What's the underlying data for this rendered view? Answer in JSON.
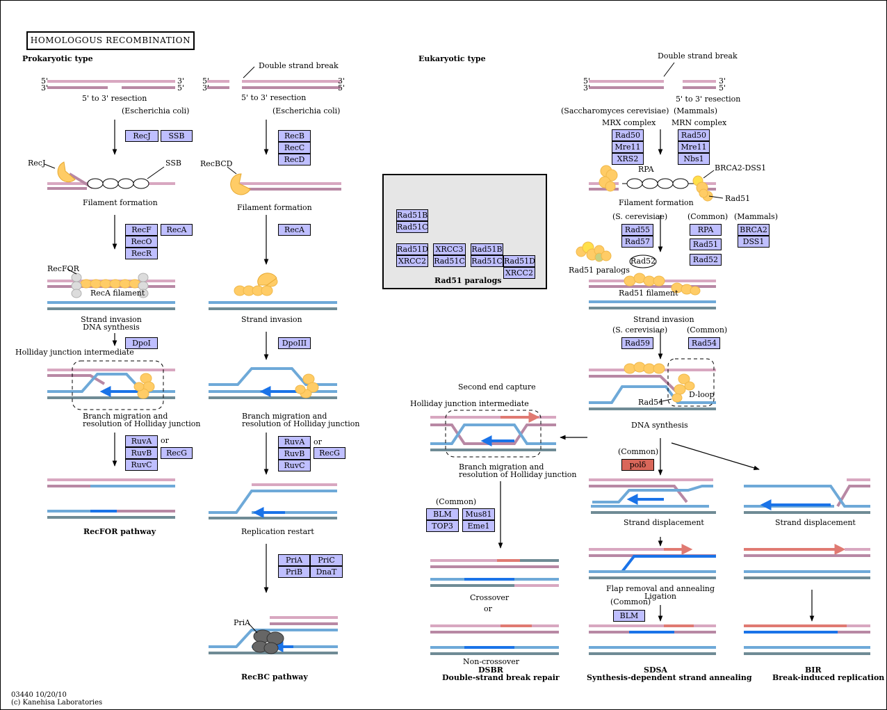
{
  "title": "HOMOLOGOUS RECOMBINATION",
  "sections": {
    "prokaryotic": "Prokaryotic type",
    "eukaryotic": "Eukaryotic type"
  },
  "footer": {
    "id": "03440 10/20/10",
    "copyright": "(c) Kanehisa Laboratories"
  },
  "colors": {
    "gene_box": "#bfbfff",
    "gene_box_red": "#d9675a",
    "dna_pink": "#d8a7c0",
    "dna_mauve": "#b888a4",
    "dna_blue": "#6ea9d8",
    "dna_slate": "#6f8b95",
    "new_strand": "#1a73e8",
    "protein": "#ffcc66",
    "new_strand_red": "#e07a72",
    "panel": "#e6e6e6"
  },
  "labels": {
    "five": "5'",
    "three": "3'",
    "resection": "5' to 3' resection",
    "ecoli": "(Escherichia coli)",
    "dsb": "Double strand break",
    "recj": "RecJ",
    "ssb": "SSB",
    "recbcd": "RecBCD",
    "filament": "Filament formation",
    "recfor": "RecFOR",
    "reca_fil": "RecA filament",
    "inv_syn": "Strand invasion\nDNA synthesis",
    "strand_inv": "Strand invasion",
    "hj": "Holliday junction intermediate",
    "branch": "Branch migration and\nresolution of Holliday junction",
    "or": "or",
    "recfor_path": "RecFOR pathway",
    "restart": "Replication restart",
    "pria": "PriA",
    "recbc_path": "RecBC pathway",
    "paralogs": "Rad51 paralogs",
    "scerev": "(Saccharomyces cerevisiae)",
    "mammals": "(Mammals)",
    "mrx": "MRX complex",
    "mrn": "MRN complex",
    "rpa": "RPA",
    "brca2dss1": "BRCA2-DSS1",
    "rad51": "Rad51",
    "scer": "(S. cerevisiae)",
    "common": "(Common)",
    "rad51_paralogs": "Rad51 paralogs",
    "rad51_fil": "Rad51 filament",
    "rad54": "Rad54",
    "dloop": "D-loop",
    "dna_syn": "DNA synthesis",
    "second_end": "Second end capture",
    "crossover": "Crossover",
    "or2": "or",
    "noncross": "Non-crossover",
    "strand_disp": "Strand displacement",
    "flap": "Flap removal and annealing\nLigation",
    "dsbr": "DSBR",
    "dsbr_full": "Double-strand break repair",
    "sdsa": "SDSA",
    "sdsa_full": "Synthesis-dependent strand annealing",
    "bir": "BIR",
    "bir_full": "Break-induced replication"
  },
  "genes": {
    "recj": "RecJ",
    "ssb": "SSB",
    "recb": "RecB",
    "recc": "RecC",
    "recd": "RecD",
    "recf": "RecF",
    "reco": "RecO",
    "recr": "RecR",
    "reca1": "RecA",
    "reca2": "RecA",
    "dpoi": "DpoI",
    "dpoiii": "DpoIII",
    "ruva1": "RuvA",
    "ruvb1": "RuvB",
    "ruvc1": "RuvC",
    "recg1": "RecG",
    "ruva2": "RuvA",
    "ruvb2": "RuvB",
    "ruvc2": "RuvC",
    "recg2": "RecG",
    "pria": "PriA",
    "prib": "PriB",
    "pric": "PriC",
    "dnat": "DnaT",
    "p_rad51b": "Rad51B",
    "p_rad51c": "Rad51C",
    "p_rad51d": "Rad51D",
    "p_xrcc2": "XRCC2",
    "p_xrcc3": "XRCC3",
    "p_rad51c2": "Rad51C",
    "p_rad51b2": "Rad51B",
    "p_rad51c3": "Rad51C",
    "p_rad51d2": "Rad51D",
    "p_xrcc2b": "XRCC2",
    "rad50a": "Rad50",
    "mre11a": "Mre11",
    "xrs2": "XRS2",
    "rad50b": "Rad50",
    "mre11b": "Mre11",
    "nbs1": "Nbs1",
    "rad55": "Rad55",
    "rad57": "Rad57",
    "rpa": "RPA",
    "rad51": "Rad51",
    "rad52": "Rad52",
    "brca2": "BRCA2",
    "dss1": "DSS1",
    "rad52oval": "Rad52",
    "rad59": "Rad59",
    "rad54": "Rad54",
    "pold": "polδ",
    "blm": "BLM",
    "top3": "TOP3",
    "mus81": "Mus81",
    "eme1": "Eme1",
    "blm2": "BLM"
  }
}
